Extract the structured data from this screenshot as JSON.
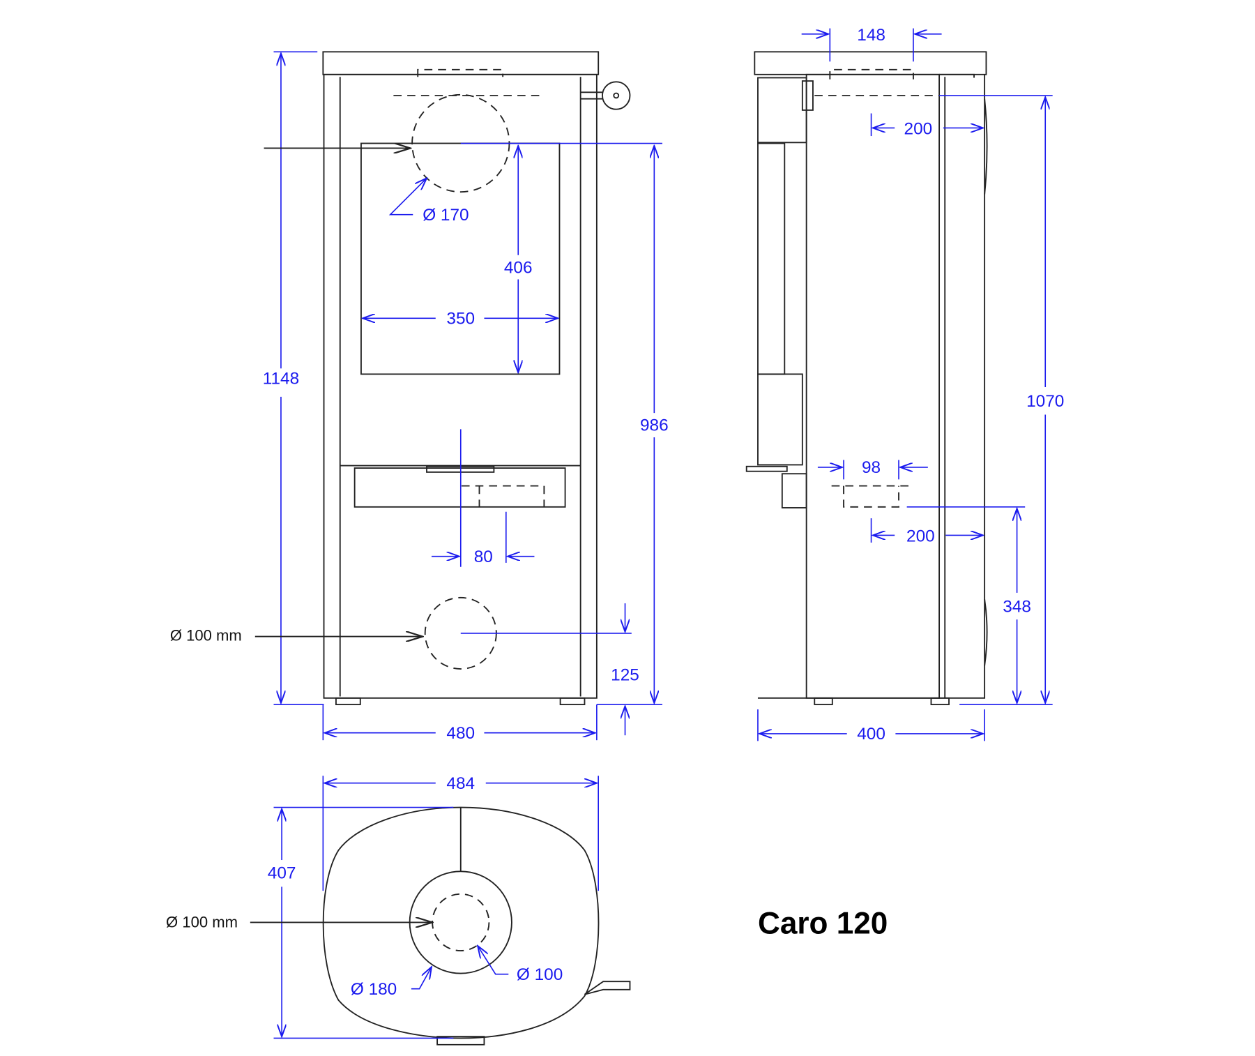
{
  "title": "Caro 120",
  "colors": {
    "dimension": "#1a1aee",
    "outline": "#222222"
  },
  "front_view": {
    "total_height": "1148",
    "flue_diameter": "Ø 170",
    "window_height": "406",
    "window_width": "350",
    "flue_center_height": "986",
    "air_offset": "80",
    "air_inlet": "Ø 100 mm",
    "air_inlet_height": "125",
    "width": "480"
  },
  "side_view": {
    "flue_depth": "148",
    "rear_clearance_top": "200",
    "rear_outlet_height": "1070",
    "air_depth": "98",
    "rear_clearance_bottom": "200",
    "rear_air_height": "348",
    "depth": "400"
  },
  "top_view": {
    "width": "484",
    "depth": "407",
    "air_inlet": "Ø 100 mm",
    "outer_diameter": "Ø 180",
    "inner_diameter": "Ø 100"
  }
}
